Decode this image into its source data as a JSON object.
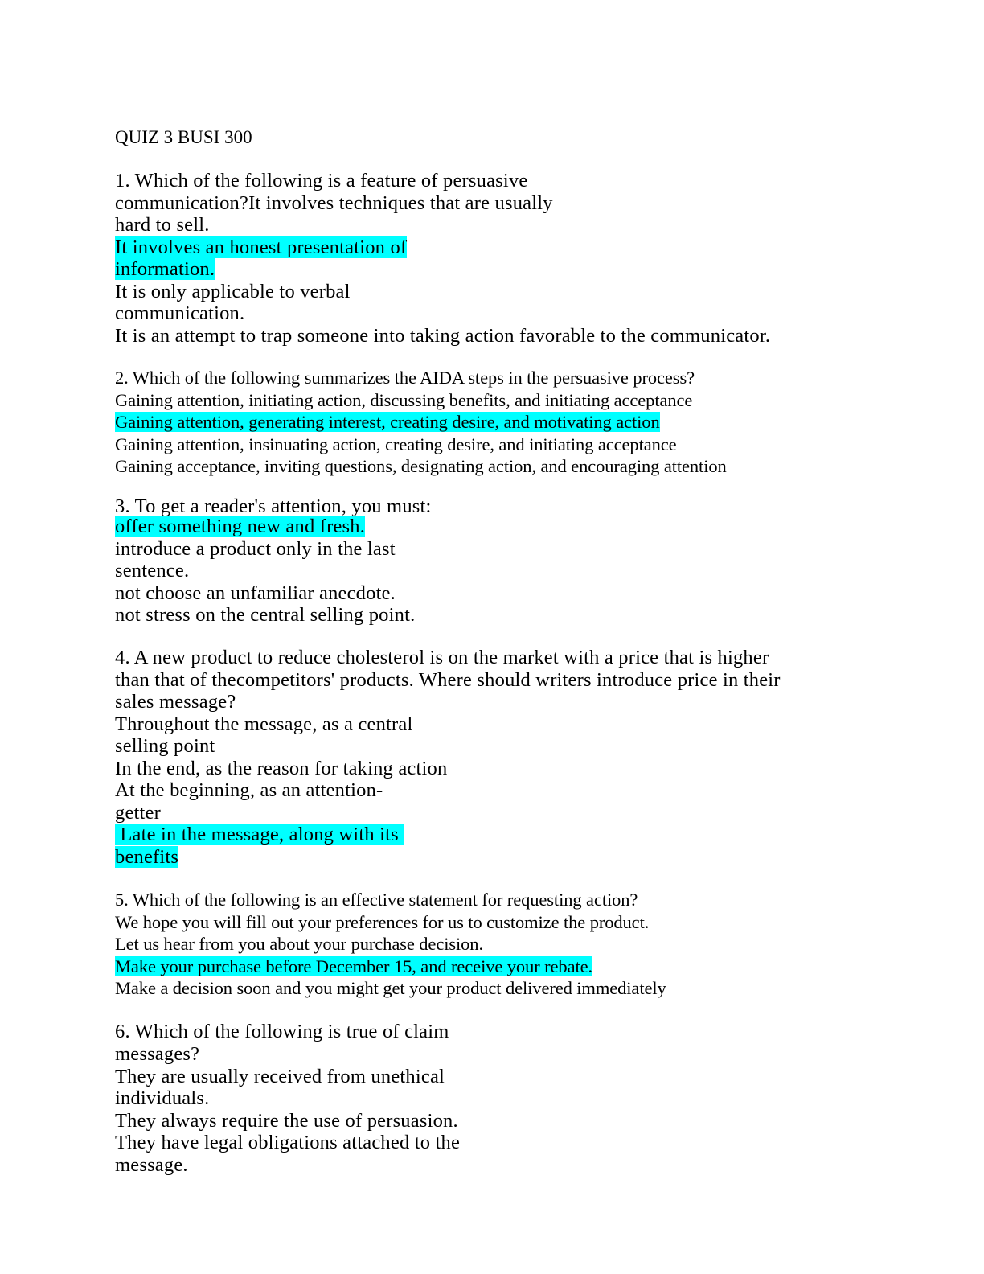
{
  "title": "QUIZ 3 BUSI 300",
  "highlight_color": "#00ffff",
  "questions": [
    {
      "lines": [
        {
          "text": "1. Which of the following is a feature of persuasive",
          "hl": false
        },
        {
          "text": "communication?It involves techniques that are usually",
          "hl": false
        },
        {
          "text": "hard to sell.",
          "hl": false
        },
        {
          "text": "It involves an honest presentation of ",
          "hl": true
        },
        {
          "text": "information.",
          "hl": true
        },
        {
          "text": "It is only applicable to verbal",
          "hl": false
        },
        {
          "text": "communication.",
          "hl": false
        },
        {
          "text": "It is an attempt to trap someone into taking action favorable to the communicator.",
          "hl": false
        }
      ]
    },
    {
      "lines": [
        {
          "text": "2. Which of the following summarizes the AIDA steps in the persuasive process?",
          "hl": false
        },
        {
          "text": "Gaining attention, initiating action, discussing benefits, and initiating acceptance",
          "hl": false
        },
        {
          "text": "Gaining attention, generating interest, creating desire, and motivating action",
          "hl": true
        },
        {
          "text": "Gaining attention, insinuating action, creating desire, and initiating acceptance",
          "hl": false
        },
        {
          "text": "Gaining acceptance, inviting questions, designating action, and encouraging attention",
          "hl": false
        }
      ]
    },
    {
      "lines": [
        {
          "text": "3. To get a reader's attention, you must:",
          "hl": false
        },
        {
          "text": "offer something new and fresh.",
          "hl": true
        },
        {
          "text": "introduce a product only in the last",
          "hl": false
        },
        {
          "text": "sentence.",
          "hl": false
        },
        {
          "text": "not choose an unfamiliar anecdote.",
          "hl": false
        },
        {
          "text": "not stress on the central selling point.",
          "hl": false
        }
      ]
    },
    {
      "lines": [
        {
          "text": "4. A new product to reduce cholesterol is on the market with a price that is higher",
          "hl": false
        },
        {
          "text": "than that of thecompetitors' products. Where should writers introduce price in their",
          "hl": false
        },
        {
          "text": "sales message?",
          "hl": false
        },
        {
          "text": "Throughout the message, as a central",
          "hl": false
        },
        {
          "text": "selling point",
          "hl": false
        },
        {
          "text": "In the end, as the reason for taking action",
          "hl": false
        },
        {
          "text": "At the beginning, as an attention-",
          "hl": false
        },
        {
          "text": "getter",
          "hl": false
        },
        {
          "text": " Late in the message, along with its ",
          "hl": true
        },
        {
          "text": "benefits",
          "hl": true
        }
      ]
    },
    {
      "lines": [
        {
          "text": "5. Which of the following is an effective statement for requesting action?",
          "hl": false
        },
        {
          "text": "We hope you will fill out your preferences for us to customize the product.",
          "hl": false
        },
        {
          "text": "Let us hear from you about your purchase decision.",
          "hl": false
        },
        {
          "text": "Make your purchase before December 15, and receive your rebate.",
          "hl": true
        },
        {
          "text": "Make a decision soon and you might get your product delivered immediately",
          "hl": false
        }
      ]
    },
    {
      "lines": [
        {
          "text": "6. Which of the following is true of claim",
          "hl": false
        },
        {
          "text": "messages?",
          "hl": false
        },
        {
          "text": "They are usually received from unethical",
          "hl": false
        },
        {
          "text": "individuals.",
          "hl": false
        },
        {
          "text": "They always require the use of persuasion.",
          "hl": false
        },
        {
          "text": "They have legal obligations attached to the",
          "hl": false
        },
        {
          "text": "message.",
          "hl": false
        }
      ]
    }
  ]
}
